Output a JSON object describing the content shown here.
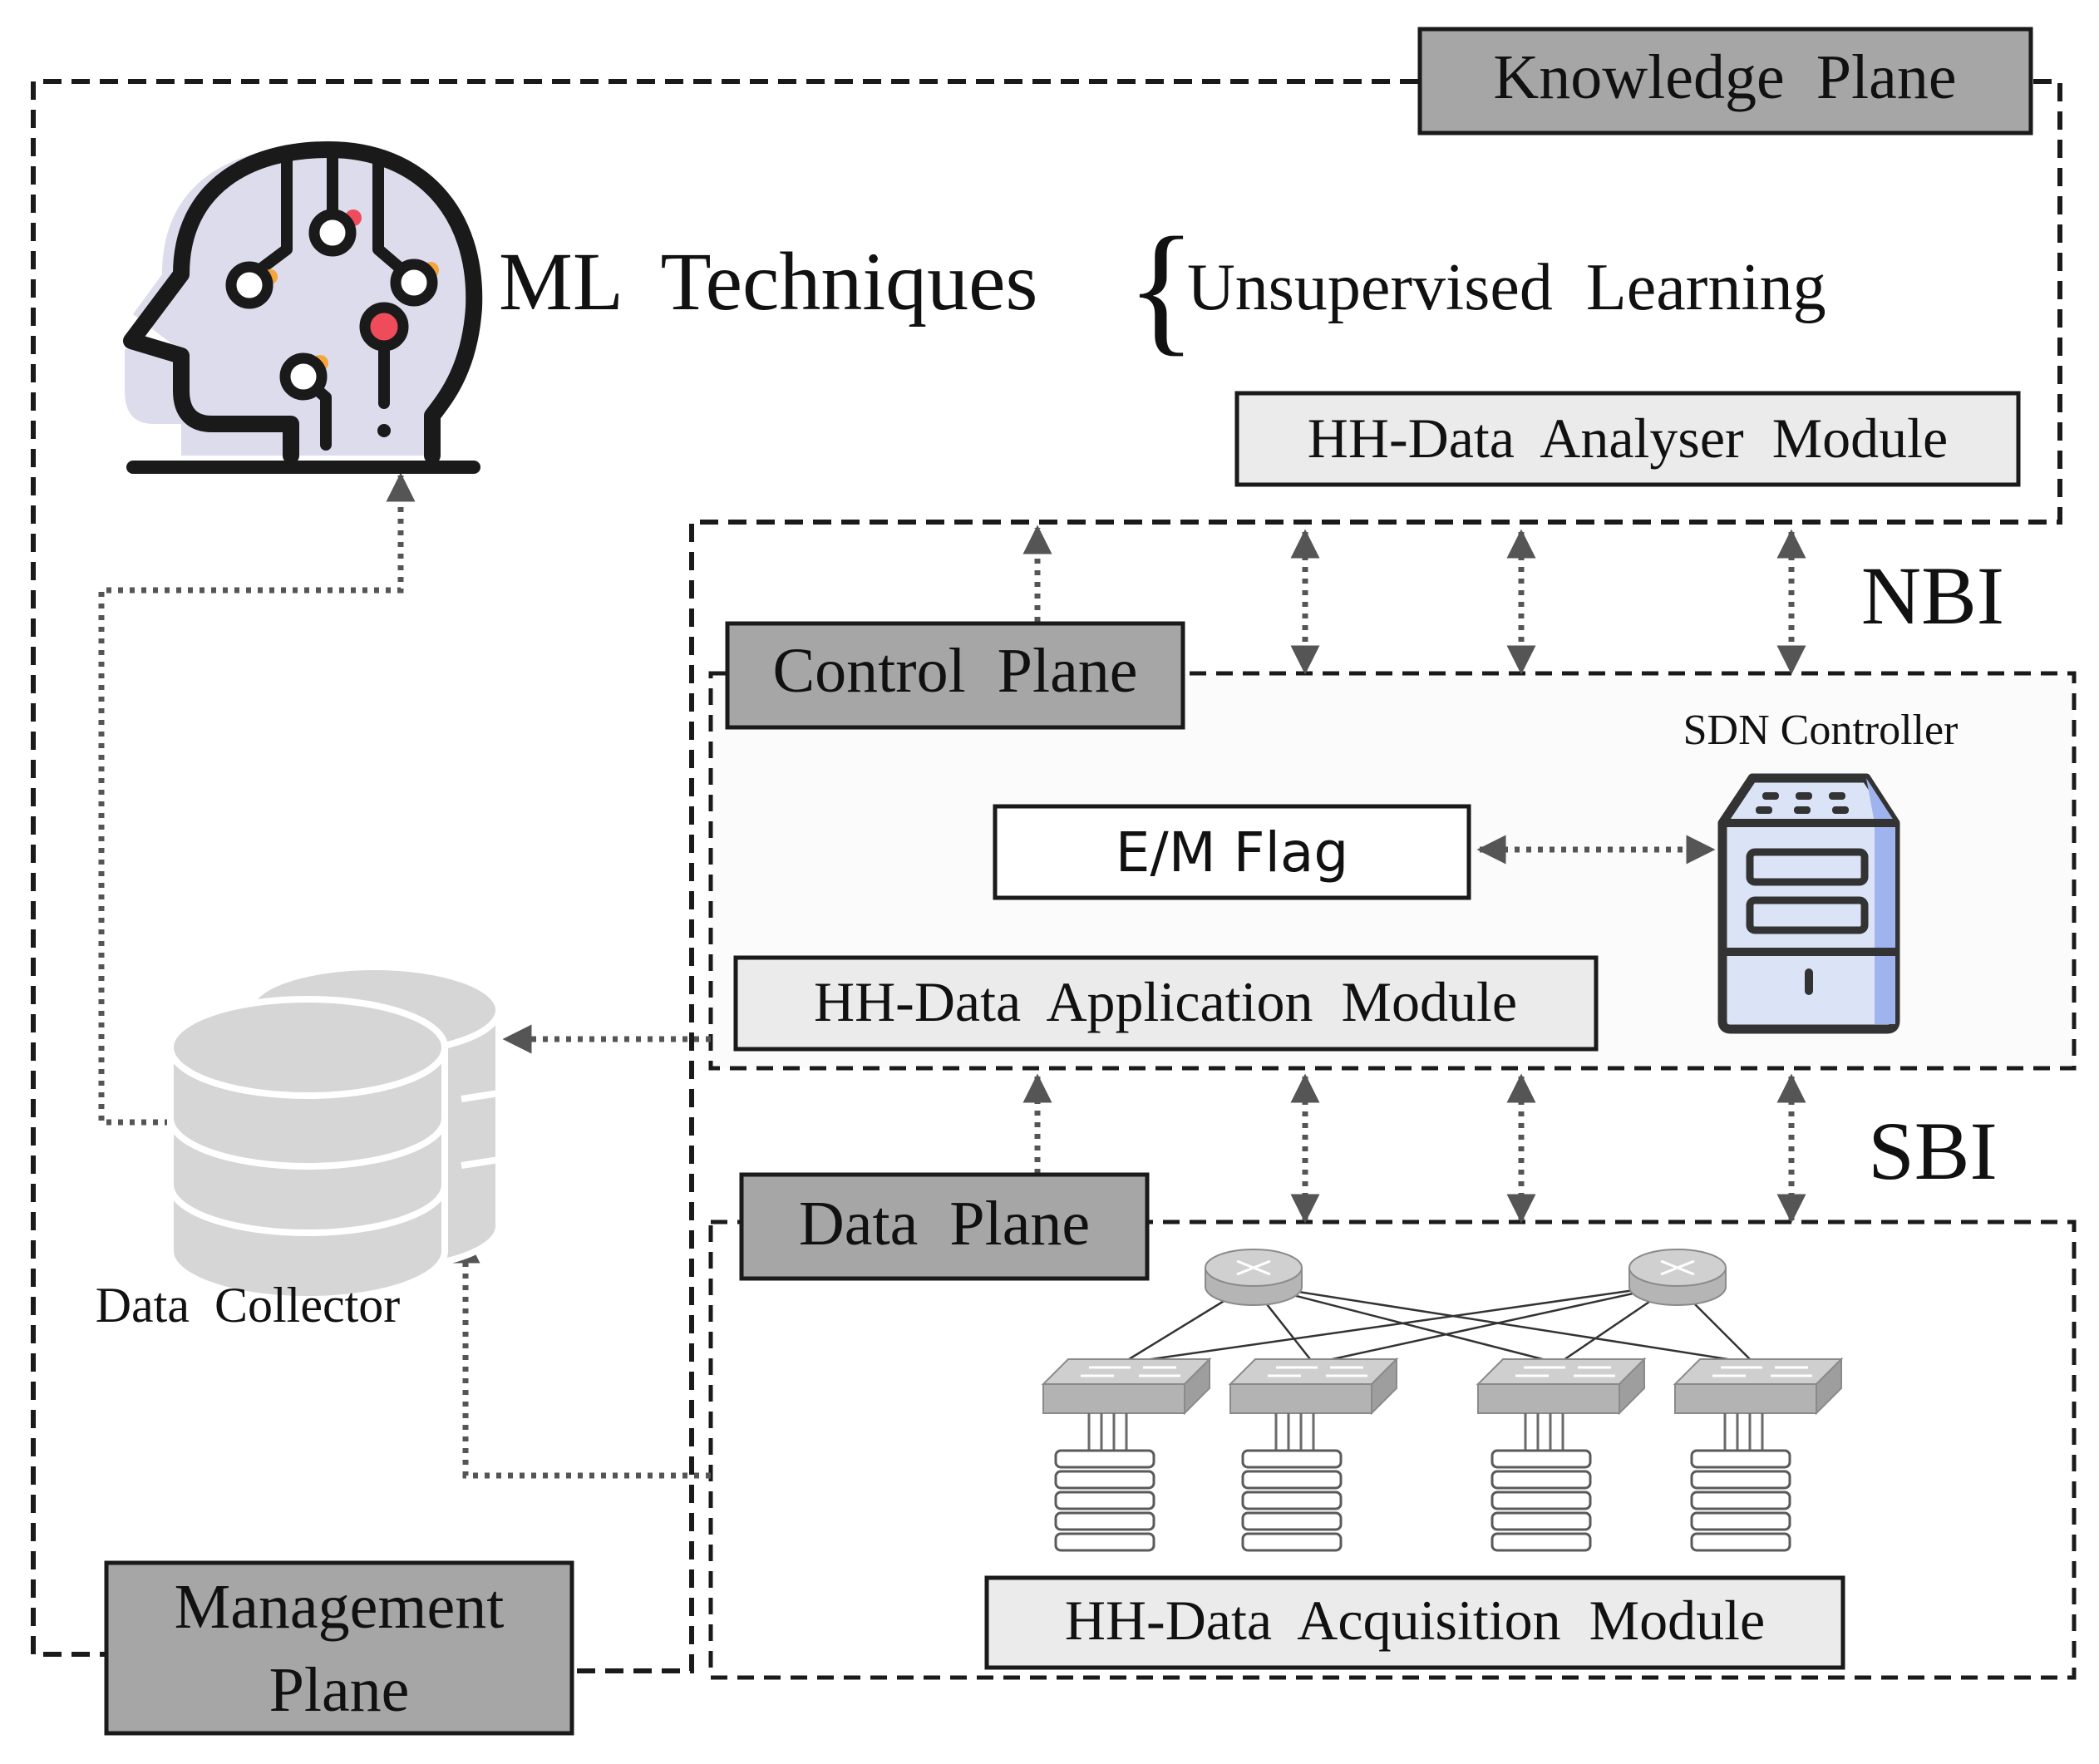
{
  "labels": {
    "knowledge_plane": "Knowledge  Plane",
    "ml_techniques": "ML  Techniques",
    "unsupervised_learning": "Unsupervised  Learning",
    "analyser_module": "HH-Data  Analyser  Module",
    "nbi": "NBI",
    "control_plane": "Control  Plane",
    "sdn_controller": "SDN Controller",
    "em_flag": "E/M Flag",
    "application_module": "HH-Data  Application  Module",
    "sbi": "SBI",
    "data_plane": "Data  Plane",
    "data_collector": "Data  Collector",
    "acquisition_module": "HH-Data  Acquisition  Module",
    "management_plane_line1": "Management",
    "management_plane_line2": "Plane"
  },
  "icons": {
    "brain": "ai-head-icon",
    "database": "database-icon",
    "controller": "server-icon",
    "router": "router-icon",
    "switch": "switch-icon",
    "rack": "server-rack-icon"
  },
  "colors": {
    "plane_label_fill": "#a6a6a6",
    "module_fill": "#ebebeb",
    "arrow": "#555555",
    "outline": "#1a1a1a",
    "head_fill": "#dcdcec",
    "database_fill": "#d6d6d6",
    "server_fill": "#dbe4f6",
    "server_accent": "#9fb4ee",
    "node_orange": "#f5a53a",
    "node_red": "#ee4c5a"
  }
}
